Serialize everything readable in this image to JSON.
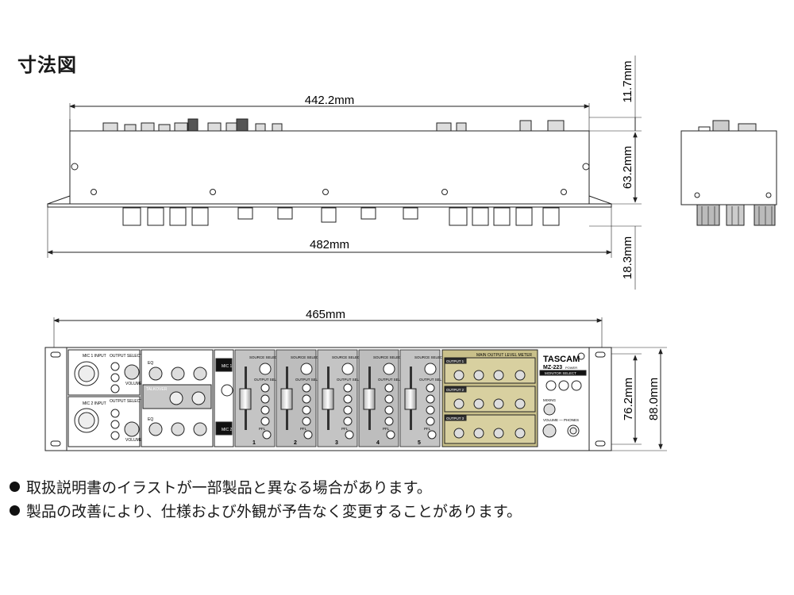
{
  "title": "寸法図",
  "dimensions": {
    "top_depth": "11.7mm",
    "width_body": "442.2mm",
    "height_body": "63.2mm",
    "width_rack": "482mm",
    "bottom_depth": "18.3mm",
    "front_width": "465mm",
    "front_height_inner": "76.2mm",
    "front_height_total": "88.0mm"
  },
  "panel": {
    "brand": "TASCAM",
    "model": "MZ-223",
    "power": "POWER",
    "meter_title": "MAIN OUTPUT LEVEL METER",
    "monitor_select": "MONITOR SELECT",
    "phones": "VOLUME — PHONES",
    "mic1_input": "MIC 1 INPUT",
    "mic2_input": "MIC 2 INPUT",
    "output_select": "OUTPUT SELECT",
    "volume": "VOLUME",
    "eq": "EQ",
    "talkover": "TALKOVER",
    "mic1": "MIC 1",
    "mic2": "MIC 2",
    "source_select": "SOURCE SELECT",
    "output_sel": "OUTPUT SEL",
    "pfl": "PFL",
    "mixing": "MIXING",
    "channels": [
      "1",
      "2",
      "3",
      "4",
      "5"
    ],
    "outputs": [
      "OUTPUT 1",
      "OUTPUT 2",
      "OUTPUT 3"
    ]
  },
  "notes": [
    "取扱説明書のイラストが一部製品と異なる場合があります。",
    "製品の改善により、仕様および外観が予告なく変更することがあります。"
  ]
}
